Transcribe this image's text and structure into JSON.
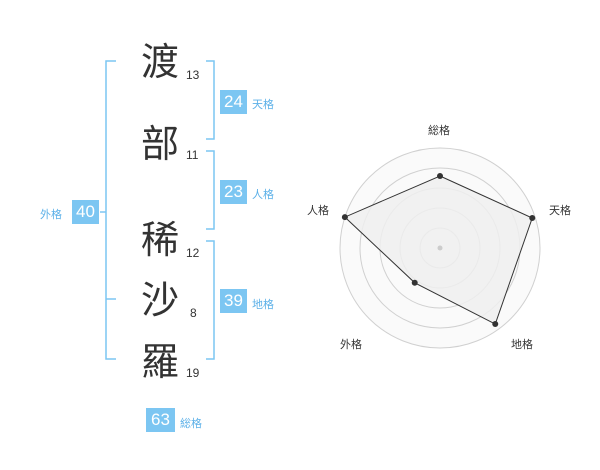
{
  "name_chars": [
    {
      "char": "渡",
      "strokes": "13"
    },
    {
      "char": "部",
      "strokes": "11"
    },
    {
      "char": "稀",
      "strokes": "12"
    },
    {
      "char": "沙",
      "strokes": "8"
    },
    {
      "char": "羅",
      "strokes": "19"
    }
  ],
  "fortunes": {
    "tenkaku": {
      "value": "24",
      "label": "天格"
    },
    "jinkaku": {
      "value": "23",
      "label": "人格"
    },
    "chikaku": {
      "value": "39",
      "label": "地格"
    },
    "gaikaku": {
      "value": "40",
      "label": "外格"
    },
    "soukaku": {
      "value": "63",
      "label": "総格"
    }
  },
  "radar": {
    "labels": {
      "top": "総格",
      "right": "天格",
      "bottom_right": "地格",
      "bottom_left": "外格",
      "left": "人格"
    },
    "levels": 5,
    "scores": {
      "総格": 0.72,
      "天格": 0.97,
      "地格": 0.94,
      "外格": 0.43,
      "人格": 1.0
    },
    "fill": "#efefef",
    "line": "#333333",
    "ring": "#d0d0d0"
  },
  "colors": {
    "accent": "#7cc6f2",
    "bracket": "#7cc6f2"
  }
}
